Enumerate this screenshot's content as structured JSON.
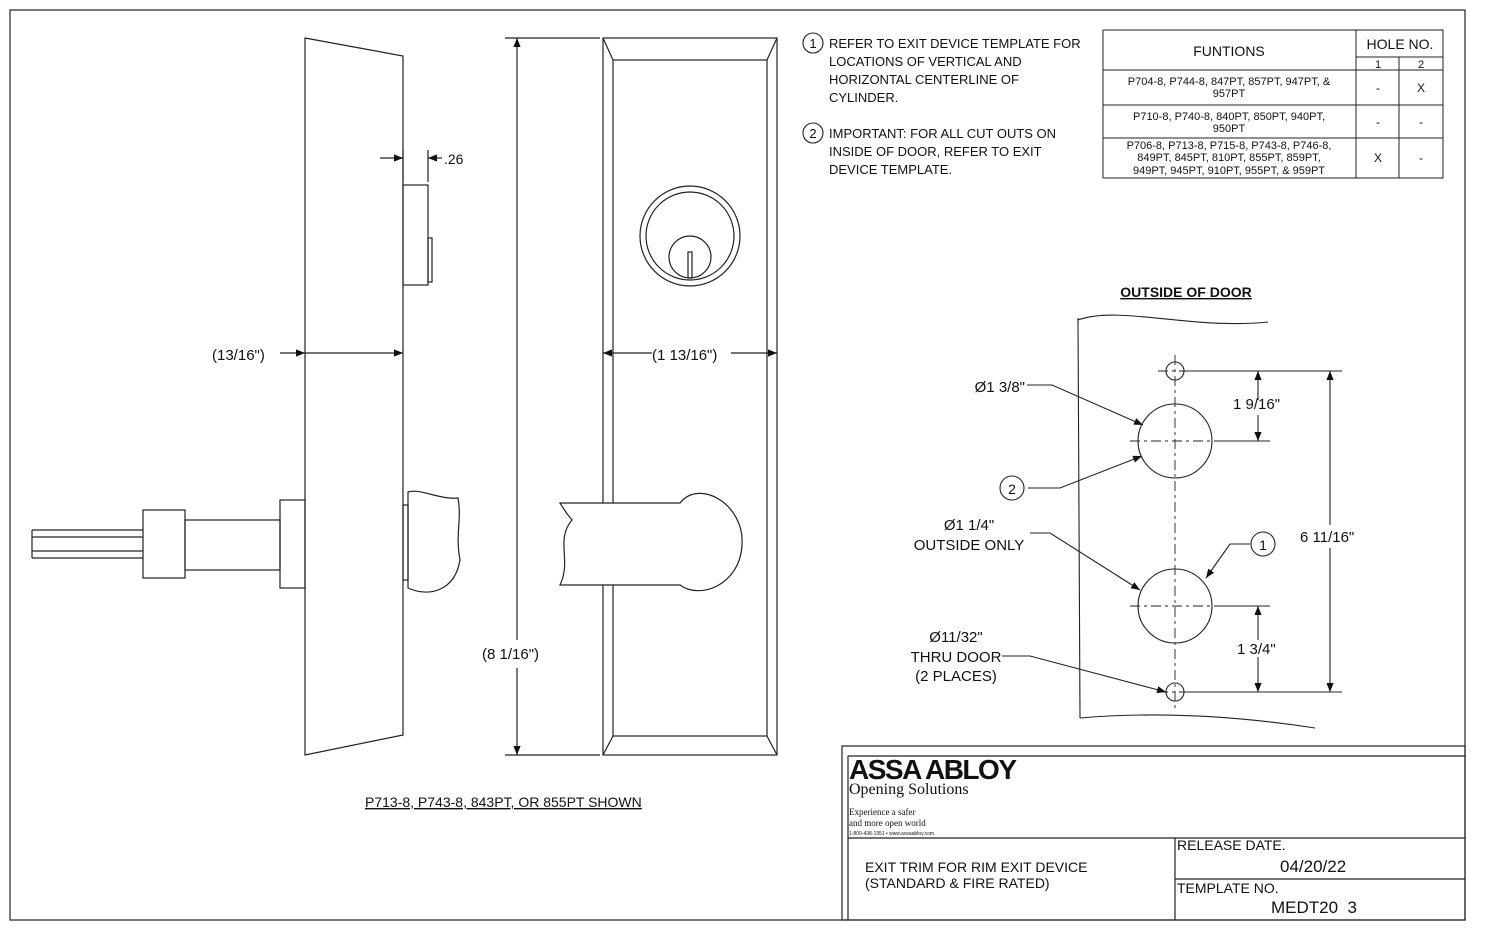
{
  "notes": [
    {
      "num": "1",
      "lines": [
        "REFER TO EXIT DEVICE TEMPLATE FOR",
        "LOCATIONS OF VERTICAL AND",
        "HORIZONTAL CENTERLINE OF",
        "CYLINDER."
      ]
    },
    {
      "num": "2",
      "lines": [
        "IMPORTANT: FOR ALL CUT OUTS ON",
        "INSIDE OF DOOR, REFER TO EXIT",
        "DEVICE TEMPLATE."
      ]
    }
  ],
  "functions_table": {
    "header_functions": "FUNTIONS",
    "header_hole": "HOLE NO.",
    "hole_cols": [
      "1",
      "2"
    ],
    "rows": [
      {
        "lines": [
          "P704-8, P744-8, 847PT, 857PT, 947PT, &",
          "957PT"
        ],
        "h1": "-",
        "h2": "X"
      },
      {
        "lines": [
          "P710-8, P740-8, 840PT, 850PT, 940PT,",
          "950PT"
        ],
        "h1": "-",
        "h2": "-"
      },
      {
        "lines": [
          "P706-8, P713-8, P715-8, P743-8, P746-8,",
          "849PT, 845PT, 810PT, 855PT, 859PT,",
          "949PT, 945PT, 910PT, 955PT, & 959PT"
        ],
        "h1": "X",
        "h2": "-"
      }
    ]
  },
  "side_view": {
    "dim_thickness": "(13/16\")",
    "dim_offset": ".26"
  },
  "front_view": {
    "dim_width": "(1 13/16\")",
    "dim_height": "(8 1/16\")"
  },
  "caption": "P713-8, P743-8, 843PT, OR 855PT SHOWN",
  "door_template": {
    "title": "OUTSIDE OF DOOR",
    "hole_large": "Ø1 3/8\"",
    "hole_medium_lines": [
      "Ø1 1/4\"",
      "OUTSIDE ONLY"
    ],
    "hole_small_lines": [
      "Ø11/32\"",
      "THRU DOOR",
      "(2 PLACES)"
    ],
    "callout_1": "1",
    "callout_2": "2",
    "dim_top": "1 9/16\"",
    "dim_total": "6 11/16\"",
    "dim_bottom": "1 3/4\""
  },
  "title_block": {
    "brand": "ASSA ABLOY",
    "subbrand": "Opening Solutions",
    "tagline_lines": [
      "Experience a safer",
      "and more open world"
    ],
    "contact": "1-800-438-1951 • www.assaabloy.com",
    "description_lines": [
      "EXIT TRIM FOR RIM EXIT DEVICE",
      "(STANDARD & FIRE RATED)"
    ],
    "release_label": "RELEASE DATE.",
    "release_value": "04/20/22",
    "template_label": "TEMPLATE NO.",
    "template_value": "MEDT20  3"
  }
}
